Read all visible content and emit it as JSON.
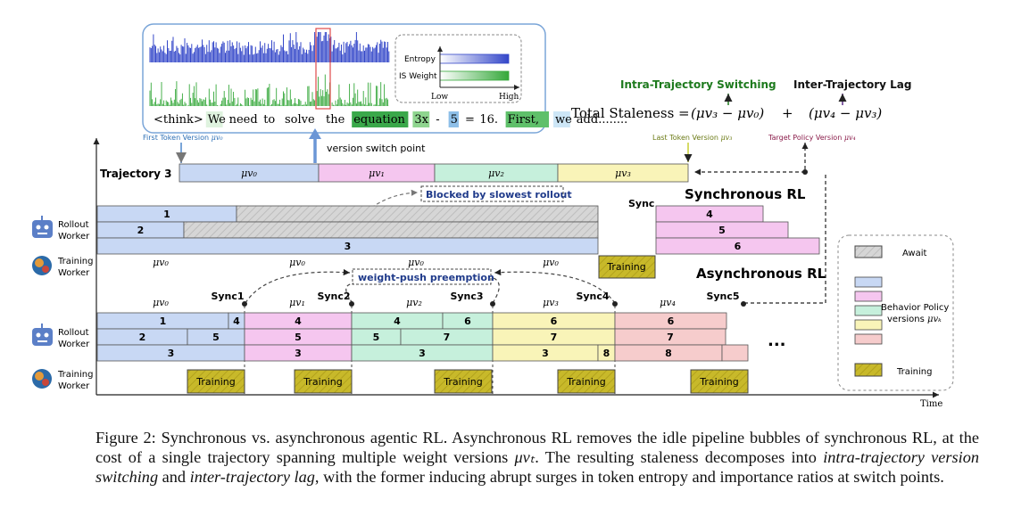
{
  "colors": {
    "await": "#d6d6d6",
    "v0": "#c8d8f4",
    "v1": "#f5c6ef",
    "v2": "#c6f0dc",
    "v3": "#f9f4b8",
    "v4": "#f6cccc",
    "training": "#c8b92a",
    "entropy": "#3447c9",
    "is_weight": "#35a83a",
    "switch": "#e04a4a"
  },
  "inset": {
    "entropy_label": "Entropy",
    "is_weight_label": "IS Weight",
    "low_label": "Low",
    "high_label": "High",
    "tokens": [
      {
        "t": "<think>",
        "hl": "none"
      },
      {
        "t": "We",
        "hl": "light"
      },
      {
        "t": "need",
        "hl": "none"
      },
      {
        "t": "to",
        "hl": "none"
      },
      {
        "t": "solve",
        "hl": "none"
      },
      {
        "t": "the",
        "hl": "none"
      },
      {
        "t": "equation",
        "hl": "strong"
      },
      {
        "t": "3x",
        "hl": "medium"
      },
      {
        "t": "-",
        "hl": "none"
      },
      {
        "t": "5",
        "hl": "blue"
      },
      {
        "t": "=",
        "hl": "none"
      },
      {
        "t": "16.",
        "hl": "none"
      },
      {
        "t": "First,",
        "hl": "strong2"
      },
      {
        "t": "we",
        "hl": "light2"
      },
      {
        "t": "add........",
        "hl": "none"
      }
    ],
    "first_token_label": "First Token Version",
    "first_token_math": "μv₀",
    "switch_point_label": "version switch point"
  },
  "staleness": {
    "intra_label": "Intra-Trajectory Switching",
    "inter_label": "Inter-Trajectory Lag",
    "formula_prefix": "Total Staleness =",
    "term1": "(μv₃ − μv₀)",
    "plus": "+",
    "term2": "(μv₄ − μv₃)",
    "last_token_label": "Last Token Version",
    "last_token_math": "μv₃",
    "target_label": "Target Policy Version",
    "target_math": "μv₄"
  },
  "trajectory": {
    "label": "Trajectory 3",
    "segments": [
      "μv₀",
      "μv₁",
      "μv₂",
      "μv₃"
    ]
  },
  "sync_rl": {
    "title": "Synchronous RL",
    "blocked_label": "Blocked by slowest rollout",
    "sync_label": "Sync",
    "rows": [
      "1",
      "2",
      "3"
    ],
    "after_rows": [
      "4",
      "5",
      "6"
    ],
    "rollout_worker": "Rollout Worker",
    "training_worker": "Training Worker",
    "training_label": "Training",
    "versions": [
      "μv₀",
      "μv₀",
      "μv₀",
      "μv₀"
    ]
  },
  "async_rl": {
    "title": "Asynchronous RL",
    "preempt_label": "weight-push preemption",
    "syncs": [
      "Sync1",
      "Sync2",
      "Sync3",
      "Sync4",
      "Sync5"
    ],
    "versions": [
      "μv₀",
      "μv₁",
      "μv₂",
      "μv₃",
      "μv₄"
    ],
    "rollout_worker": "Rollout Worker",
    "training_worker": "Training Worker",
    "training_label": "Training",
    "ellipsis": "...",
    "time_label": "Time",
    "row1": [
      "1",
      "4",
      "4",
      "4",
      "6",
      "6",
      "6"
    ],
    "row2": [
      "2",
      "5",
      "5",
      "5",
      "7",
      "7",
      "7"
    ],
    "row3": [
      "3",
      "3",
      "3",
      "3",
      "8",
      "8"
    ]
  },
  "legend": {
    "await": "Await",
    "behavior": "Behavior Policy versions",
    "behavior_math": "μvₖ",
    "training": "Training"
  },
  "caption": {
    "prefix": "Figure 2: Synchronous vs. asynchronous agentic RL. Asynchronous RL removes the idle pipeline bubbles of synchronous RL, at the cost of a single trajectory spanning multiple weight versions ",
    "math": "μvₜ",
    "mid": ". The resulting staleness decomposes into ",
    "italic1": "intra-trajectory version switching",
    "and": " and ",
    "italic2": "inter-trajectory lag",
    "suffix": ", with the former inducing abrupt surges in token entropy and importance ratios at switch points."
  }
}
